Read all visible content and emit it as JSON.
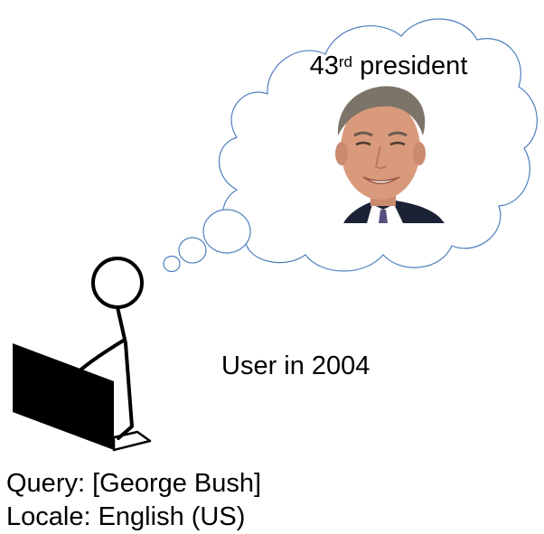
{
  "thought": {
    "number": "43",
    "ordinal_suffix": "rd",
    "word": " president"
  },
  "user_caption": "User in 2004",
  "query": {
    "label": "Query:",
    "value": "[George Bush]"
  },
  "locale": {
    "label": "Locale:",
    "value": "English (US)"
  },
  "colors": {
    "cloud_outline": "#4f7fbf",
    "stick_figure": "#000000",
    "laptop": "#000000",
    "portrait_background": "#ffffff",
    "suit": "#1c2236",
    "skin": "#d99a7c",
    "hair": "#7d7469"
  }
}
